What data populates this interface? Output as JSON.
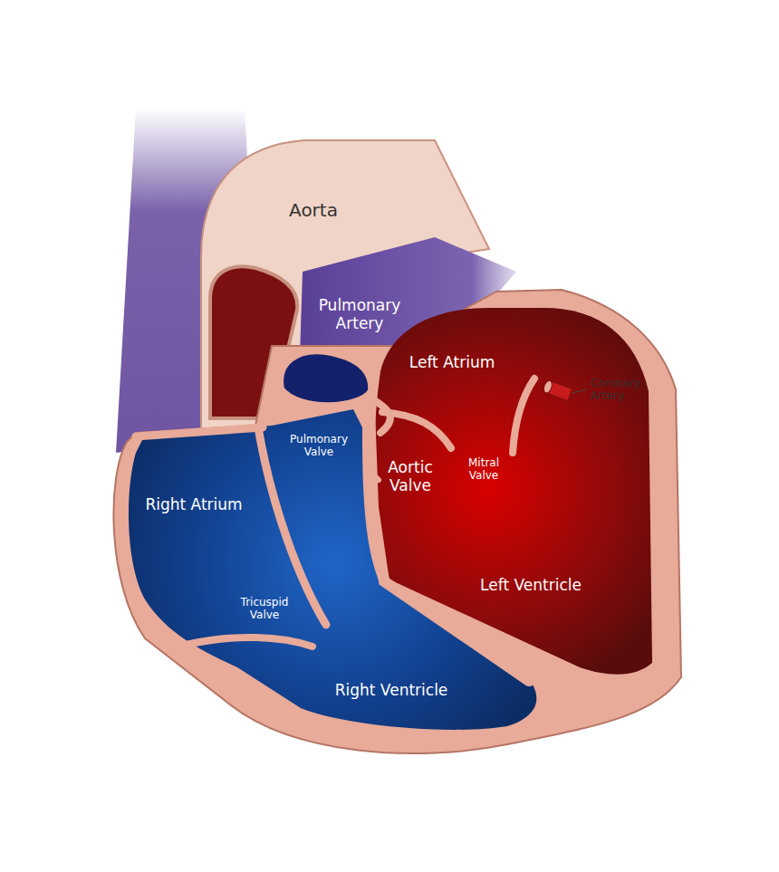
{
  "diagram": {
    "labels": [
      "Aorta",
      "Pulmonary Artery",
      "Left Atrium",
      "Coronary Artery",
      "Pulmonary Valve",
      "Aortic Valve",
      "Mitral Valve",
      "Right Atrium",
      "Tricuspid Valve",
      "Right Ventricle",
      "Left Ventricle"
    ]
  }
}
